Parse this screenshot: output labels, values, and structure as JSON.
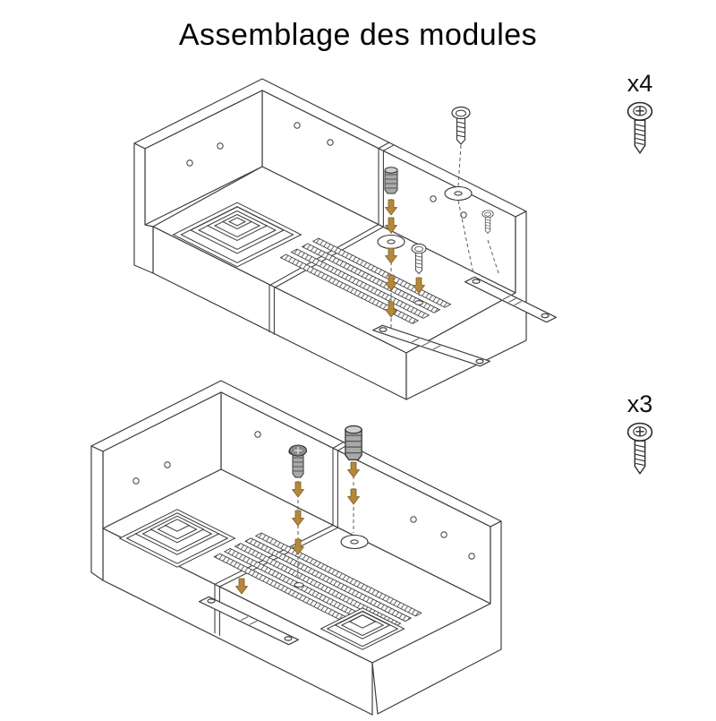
{
  "page": {
    "title": "Assemblage des modules",
    "background_color": "#ffffff",
    "line_color": "#3f3f3f",
    "arrow_color": "#b5883c"
  },
  "steps": [
    {
      "id": "step-1",
      "quantity_label": "x4",
      "hardware_icon": "pan-head-screw-icon"
    },
    {
      "id": "step-2",
      "quantity_label": "x3",
      "hardware_icon": "pan-head-screw-icon"
    }
  ]
}
